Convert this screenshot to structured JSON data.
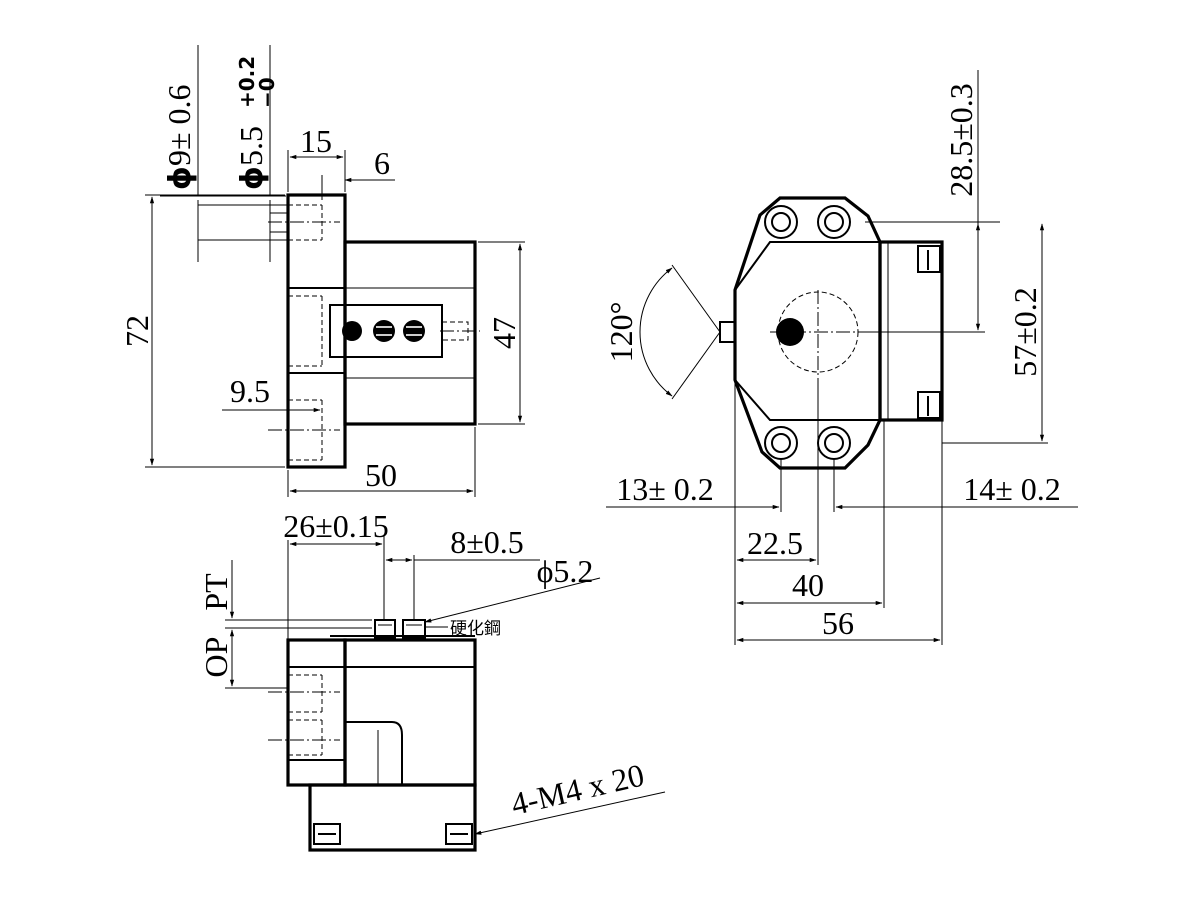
{
  "dimensions": {
    "dia9_symbol": "ϕ",
    "dia9": "9± 0.6",
    "dia55_symbol": "ϕ",
    "dia55": "5.5",
    "dia55_tol_plus": "+0.2",
    "dia55_tol_minus": "−0",
    "w15": "15",
    "w6": "6",
    "h72": "72",
    "h47": "47",
    "w95": "9.5",
    "w50": "50",
    "d26": "26±0.15",
    "d8": "8±0.5",
    "d52": "ϕ5.2",
    "pt": "PT",
    "op": "OP",
    "hardened_steel": "硬化鋼",
    "m4": "4-M4 x 20",
    "a120": "120°",
    "d285": "28.5±0.3",
    "d57": "57±0.2",
    "d13": "13± 0.2",
    "d14": "14± 0.2",
    "d225": "22.5",
    "d40": "40",
    "d56": "56"
  }
}
